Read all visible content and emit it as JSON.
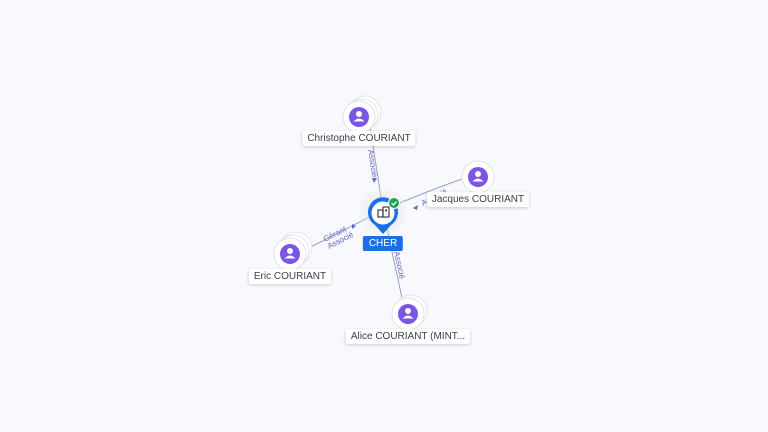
{
  "company": {
    "name": "CHER",
    "icon": "building-icon",
    "status_icon": "check-icon",
    "status_color": "#21a35a",
    "accent": "#1d6fe8"
  },
  "persons": [
    {
      "id": "christophe",
      "name": "Christophe COURIANT",
      "icon": "person-icon"
    },
    {
      "id": "jacques",
      "name": "Jacques COURIANT",
      "icon": "person-icon"
    },
    {
      "id": "eric",
      "name": "Eric COURIANT",
      "icon": "person-icon"
    },
    {
      "id": "alice",
      "name": "Alice COURIANT (MINT...",
      "icon": "person-icon"
    }
  ],
  "edges": [
    {
      "to": "christophe",
      "labels": [
        "Associé"
      ]
    },
    {
      "to": "jacques",
      "labels": [
        "Associé"
      ]
    },
    {
      "to": "eric",
      "labels": [
        "Gérant",
        "Associé"
      ]
    },
    {
      "to": "alice",
      "labels": [
        "Associé"
      ]
    }
  ],
  "colors": {
    "person_icon": "#7b55e6",
    "edge": "#9aa0c4",
    "edge_label": "#6a63c8"
  }
}
